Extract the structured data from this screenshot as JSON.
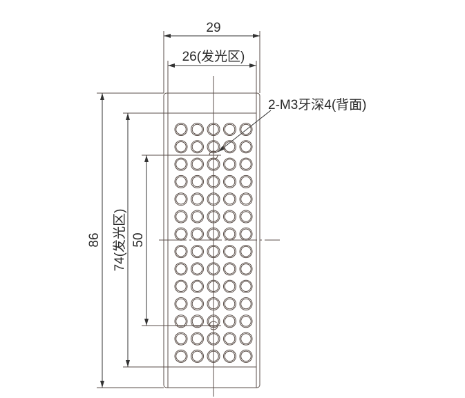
{
  "dimensions": {
    "overall_width": "29",
    "emission_width": "26(发光区)",
    "overall_height": "86",
    "emission_height": "74(发光区)",
    "hole_spacing": "50",
    "thread_note": "2-M3牙深4(背面)"
  },
  "led_grid": {
    "rows": 14,
    "columns": 5
  },
  "colors": {
    "line": "#5a4e48",
    "text": "#2a2a2a"
  }
}
